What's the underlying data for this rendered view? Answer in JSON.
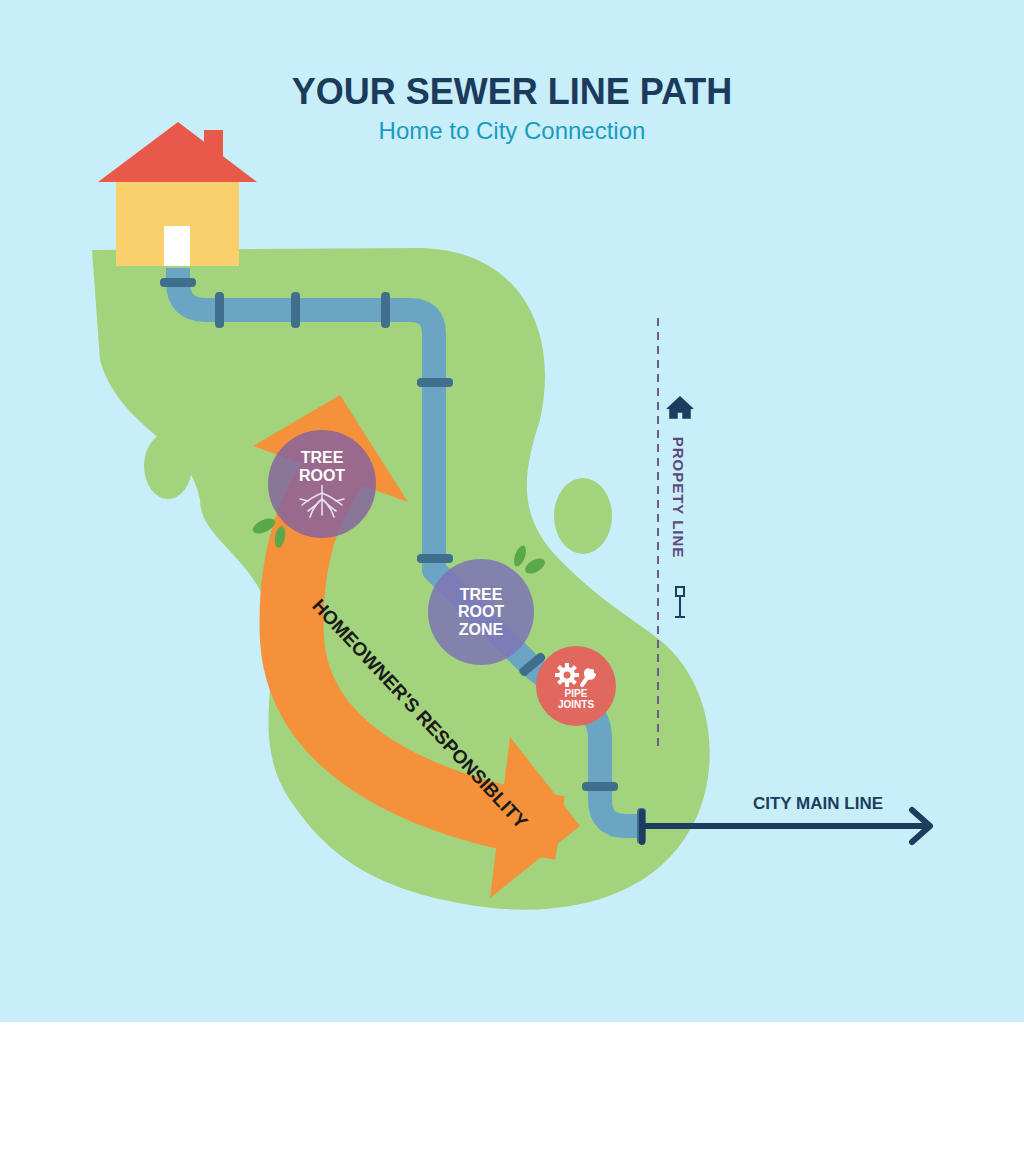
{
  "diagram": {
    "title": "YOUR SEWER LINE PATH",
    "nodes": [
      {
        "text": [
          "TREE ROOT"
        ]
      },
      {
        "text": [
          "TREE ROOT ZONE"
        ]
      },
      {
        "text": [
          "PIPE JOINTS"
        ]
      }
    ],
    "labels": [
      "Home to City Connection",
      "HOMEOWNER'S RESPONSIBLITY",
      "PROPETY LINE",
      "CITY MAIN LINE"
    ]
  }
}
